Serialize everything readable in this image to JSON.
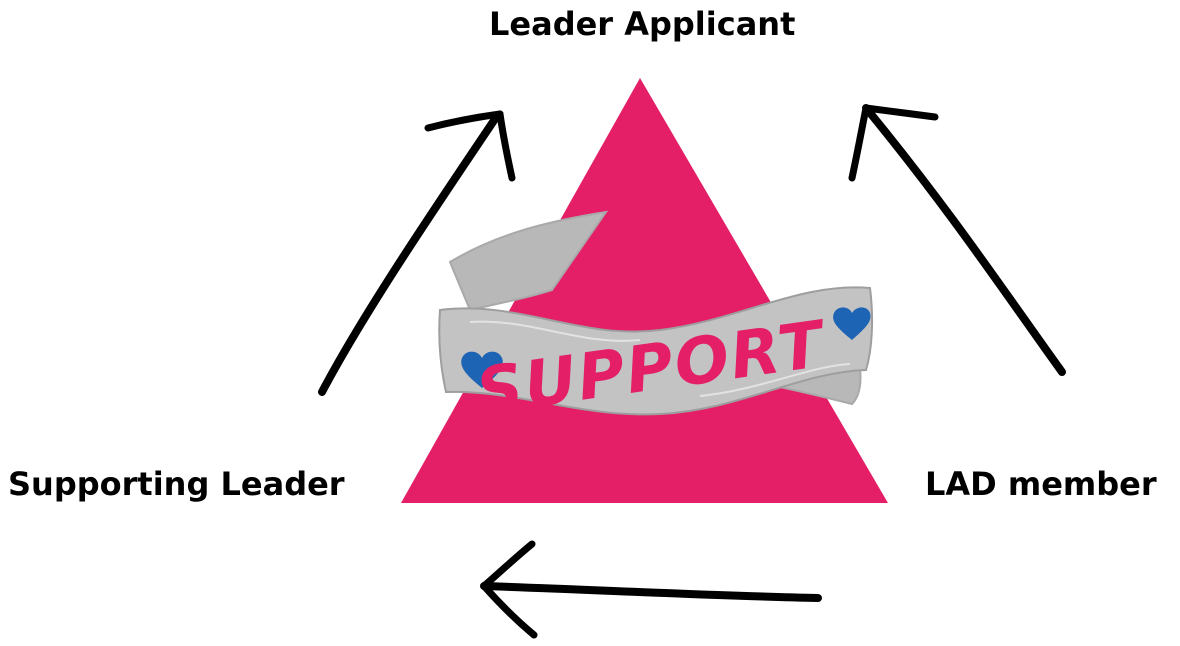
{
  "nodes": {
    "top": "Leader Applicant",
    "left": "Supporting Leader",
    "right": "LAD member"
  },
  "banner": {
    "text": "SUPPORT",
    "heart_count": 2
  },
  "colors": {
    "triangle": "#e41f67",
    "banner": "#c3c3c3",
    "banner_text": "#e41f67",
    "hearts": "#1e64b4",
    "arrows": "#000000",
    "labels": "#000000"
  },
  "icons": [
    "heart-icon",
    "arrow-up-right-icon",
    "arrow-up-left-icon",
    "arrow-left-icon"
  ]
}
